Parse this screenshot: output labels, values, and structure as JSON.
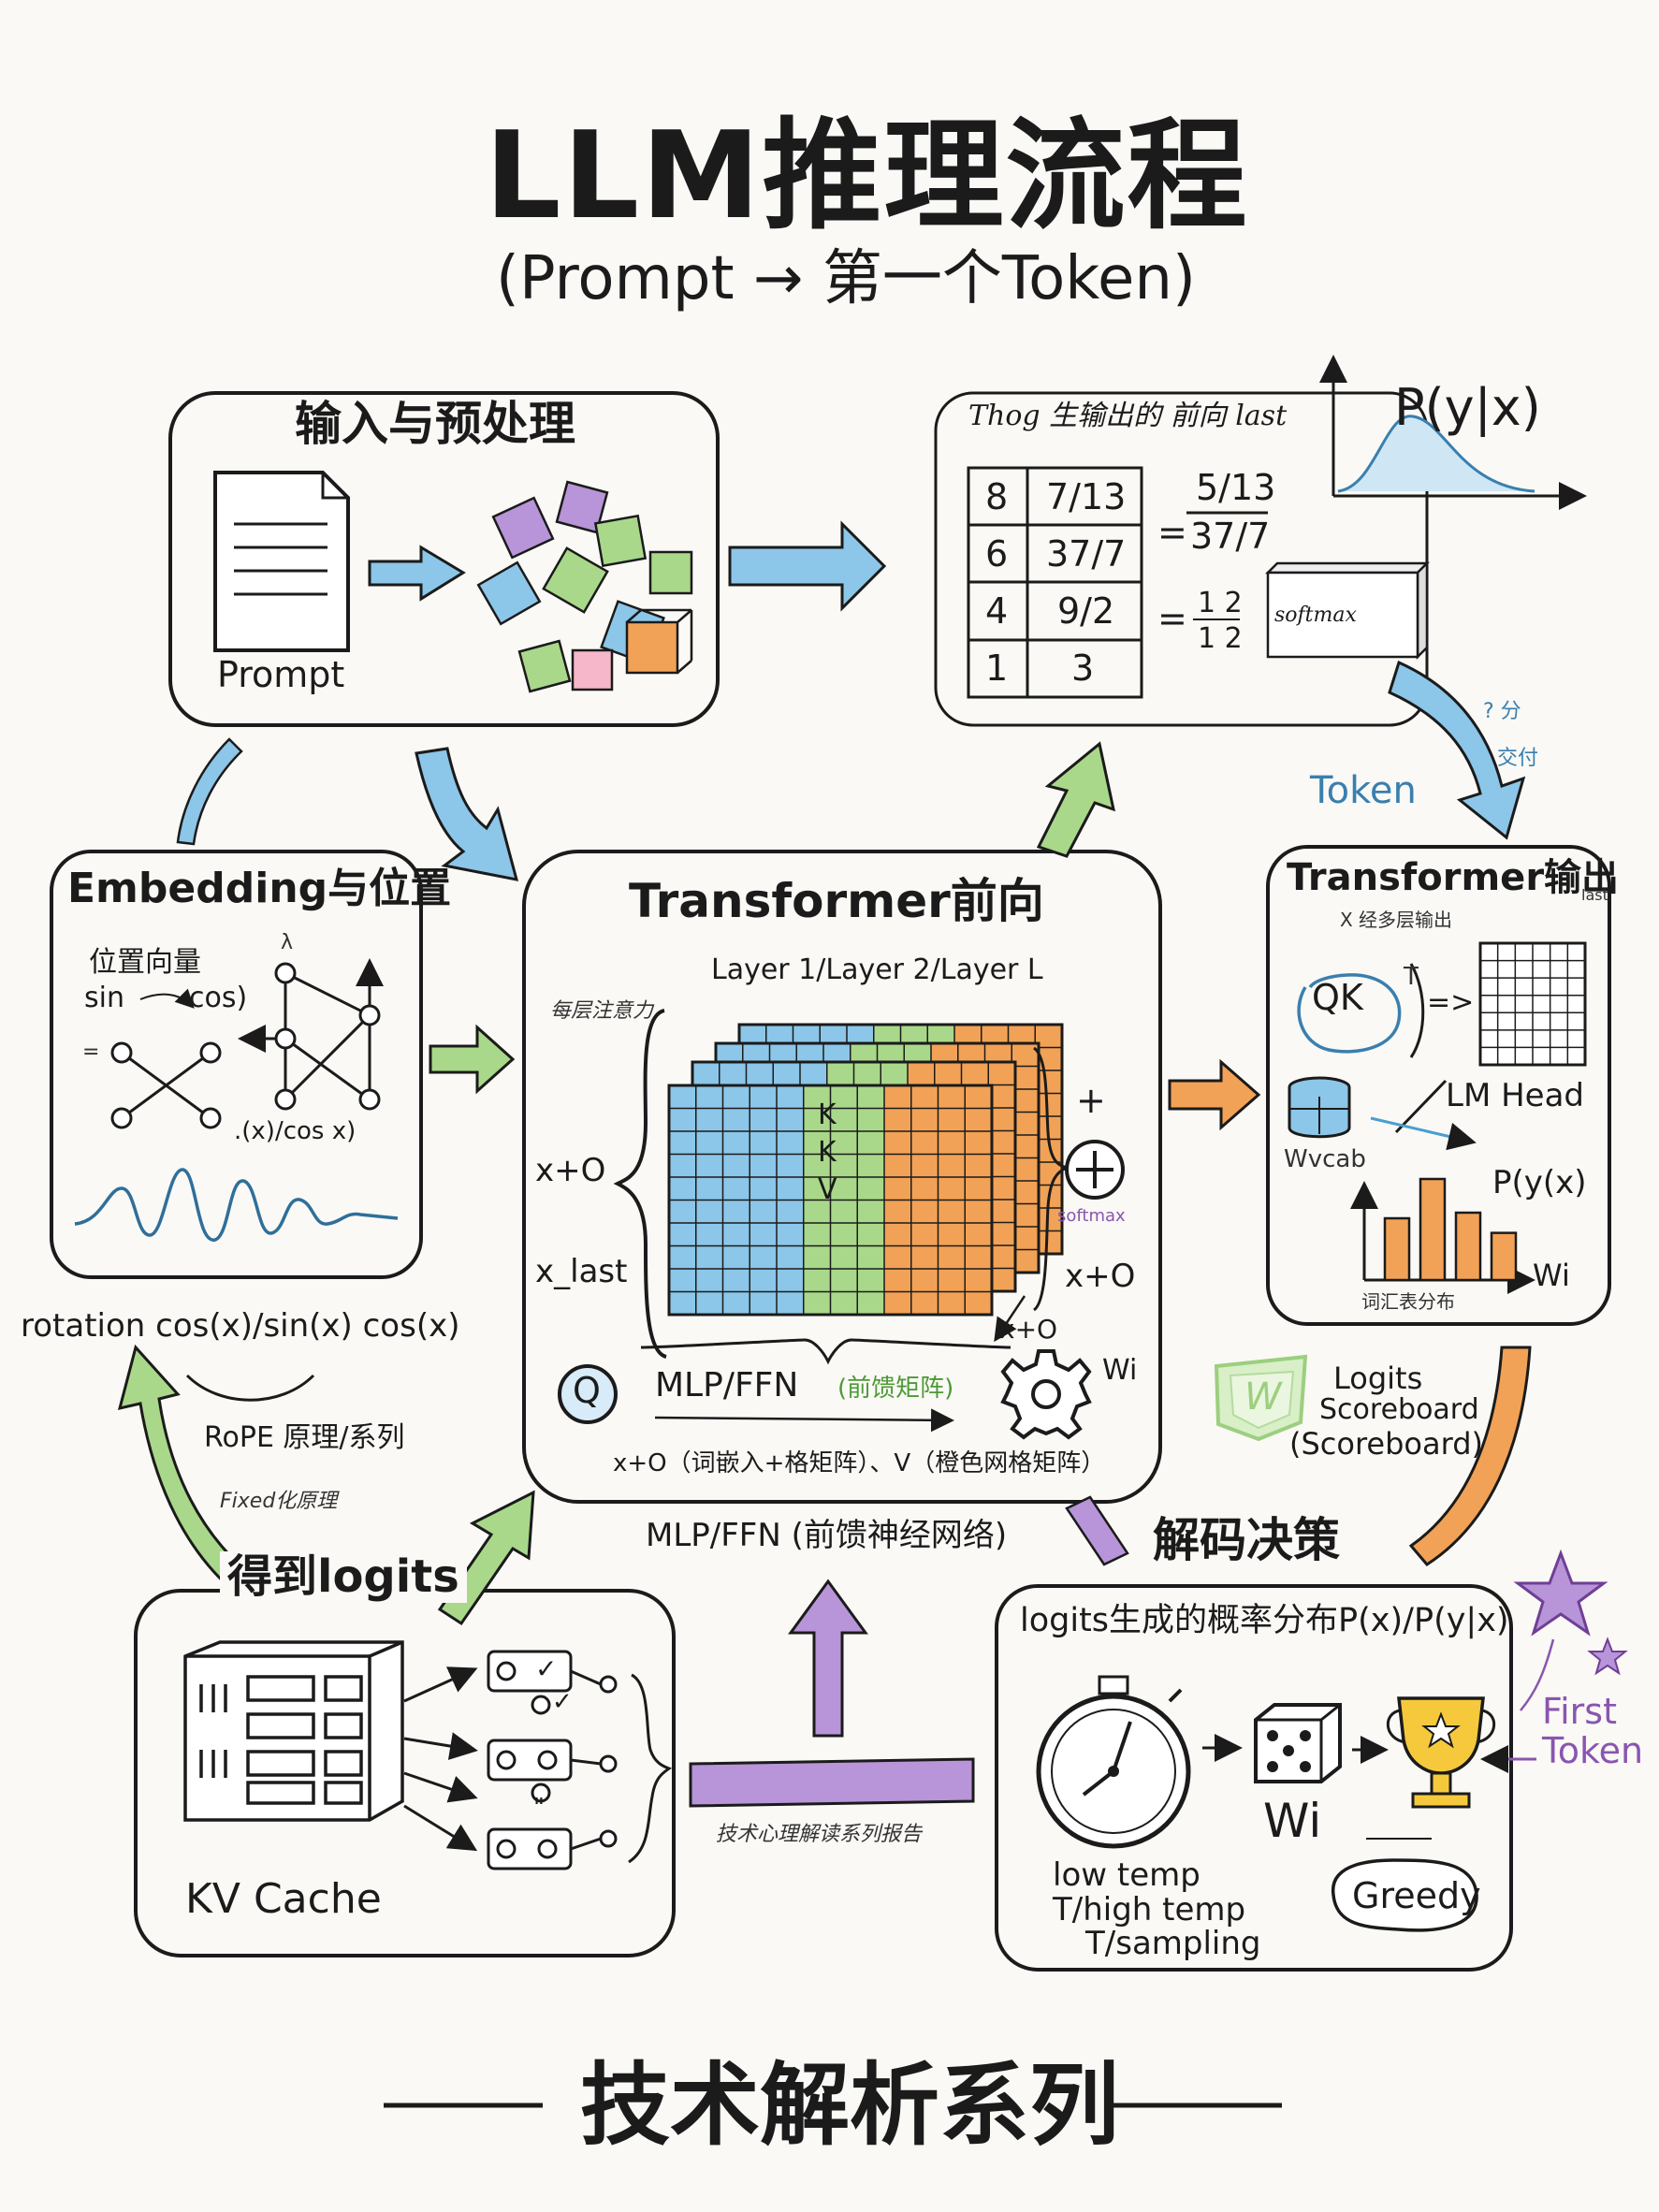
{
  "title": "LLM推理流程",
  "subtitle": "(Prompt → 第一个Token)",
  "footer": "技术解析系列",
  "colors": {
    "blue": "#8cc6e8",
    "green": "#a9d88a",
    "orange": "#f2a256",
    "purple": "#b894d8",
    "ink": "#1b1b1b"
  },
  "input_box": {
    "title": "输入与预处理",
    "label": "Prompt"
  },
  "prob_box": {
    "header": "Thog 生输出的 前向 last",
    "py_label": "P(y|x)",
    "table": [
      [
        "8",
        "7/13"
      ],
      [
        "6",
        "37/7"
      ],
      [
        "4",
        "9/2"
      ],
      [
        "1",
        "3"
      ]
    ],
    "fraction_top": "5/13",
    "fraction_bottom": "37/7",
    "fraction2_top": "1 2",
    "fraction2_bottom": "1 2",
    "eq": "=",
    "softmax": "softmax"
  },
  "token_annot": {
    "token": "Token",
    "scribble1": "? 分",
    "scribble2": "交付"
  },
  "embed_box": {
    "title": "Embedding与位置",
    "pos_vec": "位置向量",
    "sin": "sin",
    "cos": "cos)",
    "func": ".(x)/cos x)",
    "eq_marker": "=",
    "node_label": "λ"
  },
  "rotation": "rotation cos(x)/sin(x) cos(x)",
  "rope": "RoPE 原理/系列",
  "freq": "Fixed化原理",
  "get_logits": "得到logits",
  "transformer_box": {
    "title": "Transformer前向",
    "layers": "Layer 1/Layer 2/Layer L",
    "note": "每层注意力",
    "k1": "K",
    "k2": "K",
    "v": "V",
    "x_o_left": "x+O",
    "x_last": "x_last",
    "plus": "+",
    "softmax_small": "softmax",
    "x_o_right": "x+O",
    "x_o_gear": "x+O",
    "wi": "Wi",
    "q": "Q",
    "mlp": "MLP/FFN",
    "mlp_note": "(前馈矩阵)",
    "bottom_note": "x+O（词嵌入+格矩阵）、V（橙色网格矩阵）"
  },
  "mlp_caption": "MLP/FFN (前馈神经网络)",
  "output_box": {
    "title": "Transformer输出",
    "title_sub": "last",
    "note": "X 经多层输出",
    "qk": "QK",
    "qk_t": "T",
    "arrow": "=>",
    "lm_head": "LM Head",
    "wvcab": "Wvcab",
    "pyx": "P(y(x)",
    "wi": "Wi",
    "bottom": "词汇表分布",
    "bars": [
      0.55,
      0.9,
      0.6,
      0.42
    ]
  },
  "scoreboard": {
    "logits": "Logits",
    "scoreboard": "Scoreboard",
    "paren": "(Scoreboard)",
    "icon_letter": "W"
  },
  "decode": "解码决策",
  "kv_box": {
    "label": "KV Cache",
    "check1": "✓",
    "check2": "✓",
    "tick": "\""
  },
  "series_note": "技术心理解读系列报告",
  "decision_box": {
    "title": "logits生成的概率分布P(x)/P(y|x)",
    "wi": "Wi",
    "low": "low temp",
    "high": "T/high temp",
    "sampling": "T/sampling",
    "greedy": "Greedy"
  },
  "first_token": {
    "line1": "First",
    "line2": "Token"
  }
}
